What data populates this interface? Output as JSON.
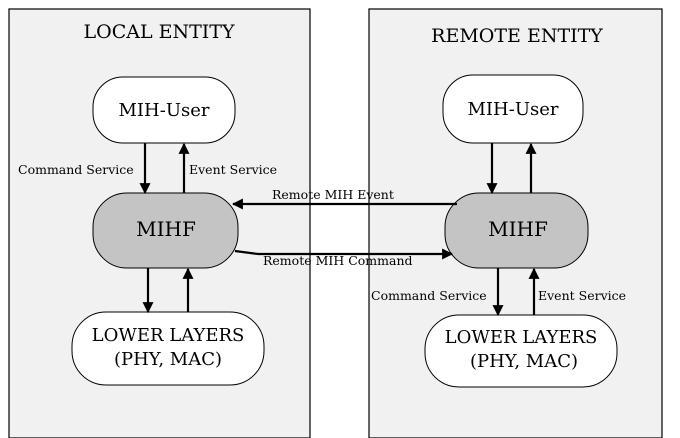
{
  "local": {
    "title": "LOCAL ENTITY",
    "user": "MIH-User",
    "mihf": "MIHF",
    "lower_line1": "LOWER LAYERS",
    "lower_line2": "(PHY, MAC)",
    "command_service": "Command Service",
    "event_service": "Event Service"
  },
  "remote": {
    "title": "REMOTE ENTITY",
    "user": "MIH-User",
    "mihf": "MIHF",
    "lower_line1": "LOWER LAYERS",
    "lower_line2": "(PHY, MAC)",
    "command_service": "Command Service",
    "event_service": "Event Service"
  },
  "links": {
    "remote_event": "Remote MIH Event",
    "remote_command": "Remote MIH Command"
  }
}
